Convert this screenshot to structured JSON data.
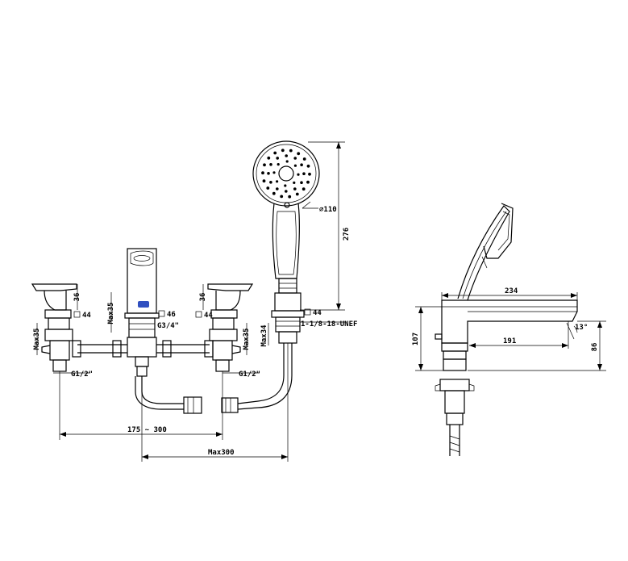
{
  "dimensions": {
    "head_diameter": "110",
    "shower_height": "276",
    "max_35_left": "Max35",
    "max_35_center": "Max35",
    "max_35_right": "Max35",
    "max_34": "Max34",
    "handle_36_left": "36",
    "handle_36_right": "36",
    "sq44_left": "44",
    "sq46_center": "46",
    "sq44_mid": "44",
    "sq44_right": "44",
    "g34": "G3/4\"",
    "g12_left": "G1/2\"",
    "g12_right": "G1/2\"",
    "unef": "1-1/8-18-UNEF",
    "span_175_300": "175 ~ 300",
    "max300": "Max300",
    "spout_234": "234",
    "spout_191": "191",
    "height_107": "107",
    "height_86": "86",
    "angle_13": "13°"
  },
  "colors": {
    "line": "#000000",
    "background": "#ffffff",
    "logo": "#3050c0"
  }
}
